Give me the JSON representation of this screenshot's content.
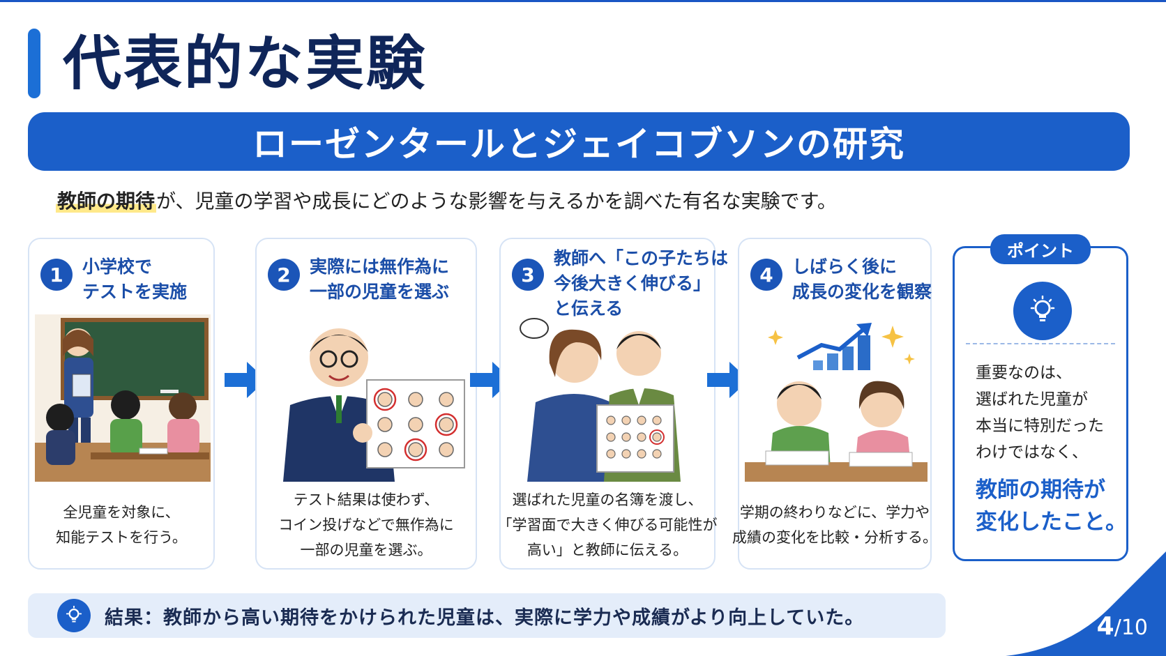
{
  "title": "代表的な実験",
  "banner": "ローゼンタールとジェイコブソンの研究",
  "intro": {
    "highlight": "教師の期待",
    "rest": "が、児童の学習や成長にどのような影響を与えるかを調べた有名な実験です。"
  },
  "steps": [
    {
      "number": "1",
      "title": [
        "小学校で",
        "テストを実施"
      ],
      "desc": [
        "全児童を対象に、",
        "知能テストを行う。"
      ]
    },
    {
      "number": "2",
      "title": [
        "実際には無作為に",
        "一部の児童を選ぶ"
      ],
      "desc": [
        "テスト結果は使わず、",
        "コイン投げなどで無作為に",
        "一部の児童を選ぶ。"
      ]
    },
    {
      "number": "3",
      "title": [
        "教師へ「この子たちは",
        "今後大きく伸びる」",
        "と伝える"
      ],
      "desc": [
        "選ばれた児童の名簿を渡し、",
        "「学習面で大きく伸びる可能性が",
        "高い」と教師に伝える。"
      ]
    },
    {
      "number": "4",
      "title": [
        "しばらく後に",
        "成長の変化を観察"
      ],
      "desc": [
        "学期の終わりなどに、学力や",
        "成績の変化を比較・分析する。"
      ]
    }
  ],
  "point": {
    "badge": "ポイント",
    "icon": "lightbulb-icon",
    "lines": [
      "重要なのは、",
      "選ばれた児童が",
      "本当に特別だった",
      "わけではなく、"
    ],
    "strong": [
      "教師の期待が",
      "変化したこと。"
    ]
  },
  "result": {
    "icon": "lightbulb-icon",
    "text": "結果：教師から高い期待をかけられた児童は、実際に学力や成績がより向上していた。"
  },
  "page": {
    "current": "4",
    "separator": "/",
    "total": "10"
  },
  "colors": {
    "primary": "#1b5fc9",
    "navy": "#0f2559",
    "highlight": "#ffe98a",
    "result_bg": "#e4edfa"
  }
}
